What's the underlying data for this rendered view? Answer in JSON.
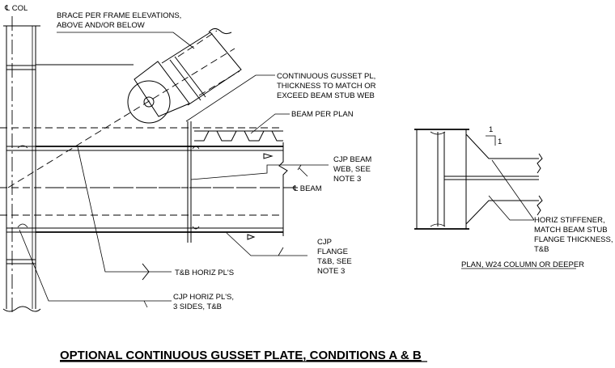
{
  "labels": {
    "col_centerline": "℄ COL",
    "brace": [
      "BRACE PER FRAME ELEVATIONS,",
      "ABOVE AND/OR BELOW"
    ],
    "gusset": [
      "CONTINUOUS GUSSET PL,",
      "THICKNESS TO MATCH OR",
      "EXCEED BEAM STUB WEB"
    ],
    "beam_per_plan": "BEAM PER PLAN",
    "cjp_beam_web": [
      "CJP BEAM",
      "WEB, SEE",
      "NOTE 3"
    ],
    "beam_centerline": "℄ BEAM",
    "cjp_flange": [
      "CJP",
      "FLANGE",
      "T&B, SEE",
      "NOTE 3"
    ],
    "tb_horiz": "T&B HORIZ PL'S",
    "cjp_horiz": [
      "CJP HORIZ PL'S,",
      "3 SIDES, T&B"
    ],
    "slope_rise": "1",
    "slope_run": "1",
    "horiz_stiffener": [
      "HORIZ STIFFENER,",
      "MATCH BEAM STUB",
      "FLANGE THICKNESS,",
      "T&B"
    ],
    "plan_caption": "PLAN, W24 COLUMN OR DEEPER"
  },
  "title": "OPTIONAL CONTINUOUS GUSSET PLATE, CONDITIONS A & B"
}
